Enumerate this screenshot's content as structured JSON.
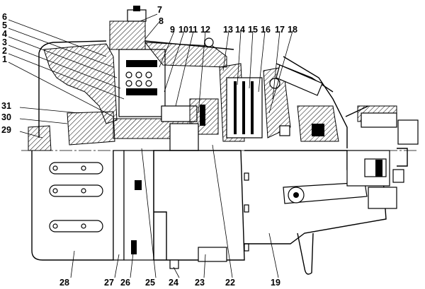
{
  "callouts_top": [
    "7",
    "8",
    "9",
    "10",
    "11",
    "12",
    "13",
    "14",
    "15",
    "16",
    "17",
    "18"
  ],
  "callouts_left": [
    "6",
    "5",
    "4",
    "3",
    "2",
    "1",
    "31",
    "30",
    "29"
  ],
  "callouts_bottom": [
    "28",
    "27",
    "26",
    "25",
    "24",
    "23",
    "22",
    "19"
  ]
}
